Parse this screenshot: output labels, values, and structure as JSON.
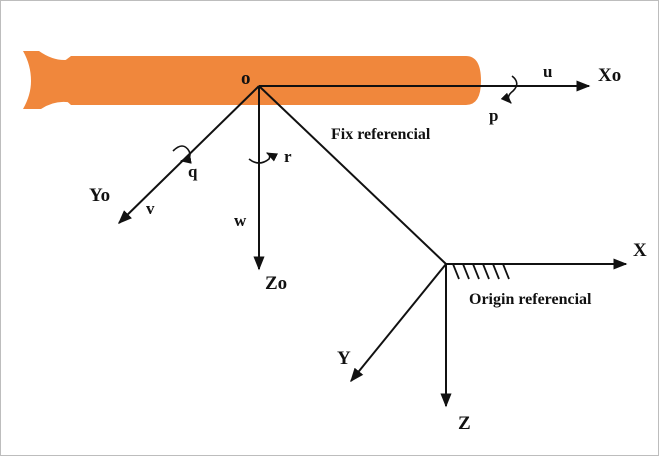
{
  "diagram": {
    "vehicle_color": "#f0873c",
    "axis_color": "#111111",
    "labels": {
      "origin_body": "o",
      "x_body": "Xo",
      "y_body": "Yo",
      "z_body": "Zo",
      "u": "u",
      "v": "v",
      "w": "w",
      "p": "p",
      "q": "q",
      "r": "r",
      "fix_referencial": "Fix referencial",
      "x_origin": "X",
      "y_origin": "Y",
      "z_origin": "Z",
      "origin_referencial": "Origin referencial"
    }
  }
}
